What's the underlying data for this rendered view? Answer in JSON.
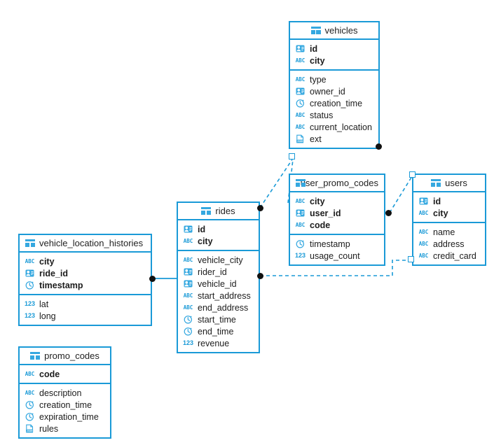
{
  "diagram": {
    "type": "entity-relationship-diagram",
    "accent_color": "#1a9ad7",
    "icon_color": "#35a8e0",
    "text_color": "#1c1c1c",
    "background": "#ffffff",
    "connector_dot_color": "#111111"
  },
  "tables": [
    {
      "id": "vehicles",
      "name": "vehicles",
      "title_align": "center",
      "primary_keys": [
        {
          "label": "id",
          "icon": "person-id-icon"
        },
        {
          "label": "city",
          "icon": "abc-icon"
        }
      ],
      "columns": [
        {
          "label": "type",
          "icon": "abc-icon"
        },
        {
          "label": "owner_id",
          "icon": "person-id-icon"
        },
        {
          "label": "creation_time",
          "icon": "clock-icon"
        },
        {
          "label": "status",
          "icon": "abc-icon"
        },
        {
          "label": "current_location",
          "icon": "abc-icon"
        },
        {
          "label": "ext",
          "icon": "json-icon"
        }
      ]
    },
    {
      "id": "user_promo_codes",
      "name": "user_promo_codes",
      "title_align": "left",
      "primary_keys": [
        {
          "label": "city",
          "icon": "abc-icon"
        },
        {
          "label": "user_id",
          "icon": "person-id-icon"
        },
        {
          "label": "code",
          "icon": "abc-icon"
        }
      ],
      "columns": [
        {
          "label": "timestamp",
          "icon": "clock-icon"
        },
        {
          "label": "usage_count",
          "icon": "number-icon"
        }
      ]
    },
    {
      "id": "users",
      "name": "users",
      "title_align": "center",
      "primary_keys": [
        {
          "label": "id",
          "icon": "person-id-icon"
        },
        {
          "label": "city",
          "icon": "abc-icon"
        }
      ],
      "columns": [
        {
          "label": "name",
          "icon": "abc-icon"
        },
        {
          "label": "address",
          "icon": "abc-icon"
        },
        {
          "label": "credit_card",
          "icon": "abc-icon"
        }
      ]
    },
    {
      "id": "rides",
      "name": "rides",
      "title_align": "center",
      "primary_keys": [
        {
          "label": "id",
          "icon": "person-id-icon"
        },
        {
          "label": "city",
          "icon": "abc-icon"
        }
      ],
      "columns": [
        {
          "label": "vehicle_city",
          "icon": "abc-icon"
        },
        {
          "label": "rider_id",
          "icon": "person-id-icon"
        },
        {
          "label": "vehicle_id",
          "icon": "person-id-icon"
        },
        {
          "label": "start_address",
          "icon": "abc-icon"
        },
        {
          "label": "end_address",
          "icon": "abc-icon"
        },
        {
          "label": "start_time",
          "icon": "clock-icon"
        },
        {
          "label": "end_time",
          "icon": "clock-icon"
        },
        {
          "label": "revenue",
          "icon": "number-icon"
        }
      ]
    },
    {
      "id": "vehicle_location_histories",
      "name": "vehicle_location_histories",
      "title_align": "left",
      "primary_keys": [
        {
          "label": "city",
          "icon": "abc-icon"
        },
        {
          "label": "ride_id",
          "icon": "person-id-icon"
        },
        {
          "label": "timestamp",
          "icon": "clock-icon"
        }
      ],
      "columns": [
        {
          "label": "lat",
          "icon": "number-icon"
        },
        {
          "label": "long",
          "icon": "number-icon"
        }
      ]
    },
    {
      "id": "promo_codes",
      "name": "promo_codes",
      "title_align": "center",
      "primary_keys": [
        {
          "label": "code",
          "icon": "abc-icon"
        }
      ],
      "columns": [
        {
          "label": "description",
          "icon": "abc-icon"
        },
        {
          "label": "creation_time",
          "icon": "clock-icon"
        },
        {
          "label": "expiration_time",
          "icon": "clock-icon"
        },
        {
          "label": "rules",
          "icon": "json-icon"
        }
      ]
    }
  ],
  "relationships": [
    {
      "from": "vehicle_location_histories",
      "to": "rides",
      "style": "solid"
    },
    {
      "from": "rides",
      "to": "vehicles",
      "style": "dashed"
    },
    {
      "from": "rides",
      "to": "users",
      "style": "dashed"
    },
    {
      "from": "user_promo_codes",
      "to": "vehicles",
      "style": "dashed"
    },
    {
      "from": "user_promo_codes",
      "to": "users",
      "style": "dashed"
    }
  ]
}
